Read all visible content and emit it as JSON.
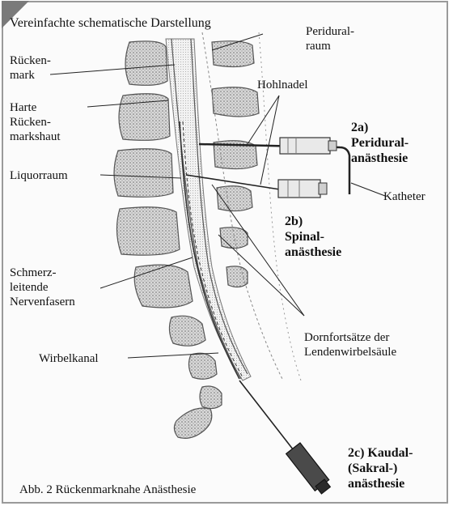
{
  "header": {
    "title": "Vereinfachte schematische Darstellung"
  },
  "labels": {
    "peridural_raum": "Peridural-\nraum",
    "rueckenmark": "Rücken-\nmark",
    "harte_rueckenmarkshaut": "Harte\nRücken-\nmarkshaut",
    "hohlnadel": "Hohlnadel",
    "liquorraum": "Liquorraum",
    "katheter": "Katheter",
    "schmerzleitende_nervenfasern": "Schmerz-\nleitende\nNervenfasern",
    "dornfortsaetze": "Dornfortsätze der\nLendenwirbelsäule",
    "wirbelkanal": "Wirbelkanal"
  },
  "procedures": {
    "peridural": "2a)\nPeridural-\nanästhesie",
    "spinal": "2b)\nSpinal-\nanästhesie",
    "kaudal": "2c) Kaudal-\n(Sakral-)\nanästhesie"
  },
  "caption": "Abb. 2 Rückenmarknahe Anästhesie"
}
